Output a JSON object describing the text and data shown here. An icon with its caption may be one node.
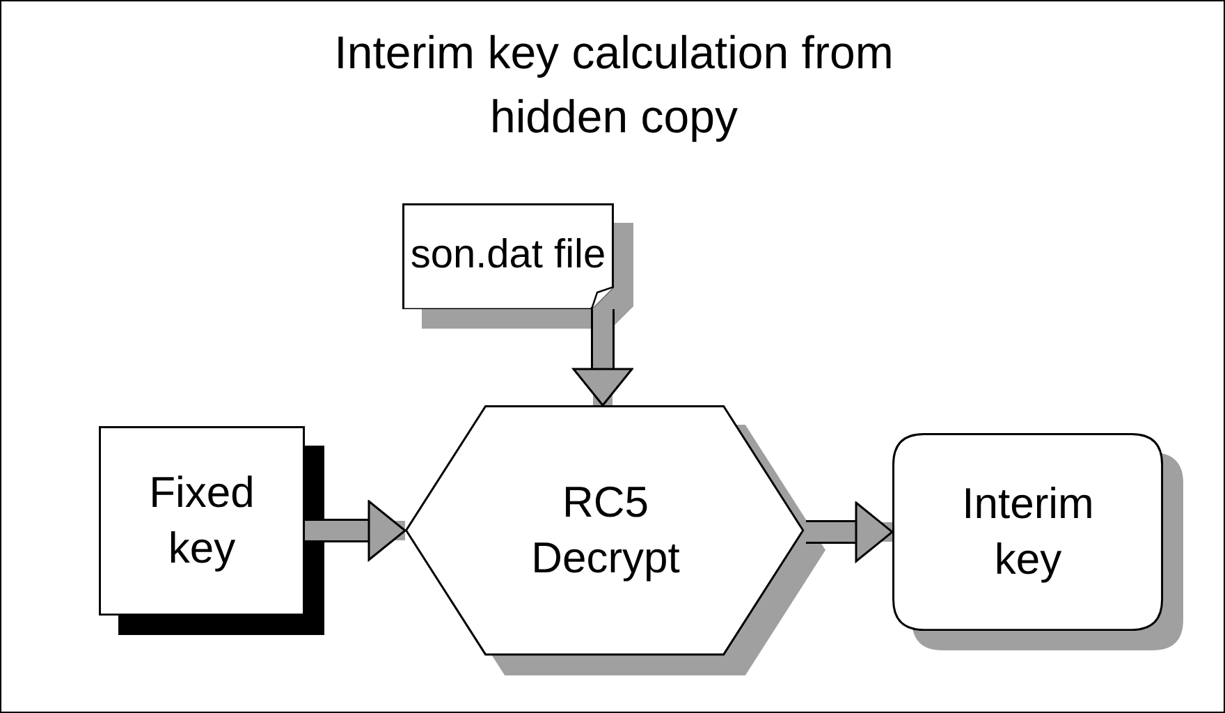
{
  "diagram": {
    "title": "Interim key calculation from hidden copy",
    "nodes": [
      {
        "text": [
          "son.dat file"
        ]
      },
      {
        "text": [
          "Fixed key"
        ]
      },
      {
        "text": [
          "RC5 Decrypt"
        ]
      },
      {
        "text": [
          "Interim key"
        ]
      }
    ],
    "edges": [
      {
        "from": 0,
        "to": 2,
        "arrow": "to"
      },
      {
        "from": 1,
        "to": 2,
        "arrow": "to"
      },
      {
        "from": 2,
        "to": 3,
        "arrow": "to"
      }
    ]
  }
}
